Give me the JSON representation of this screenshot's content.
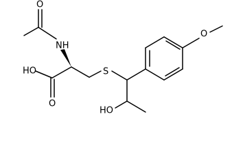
{
  "molecule": {
    "atoms": {
      "nh": "NH",
      "acid_oh": "HO",
      "carbonyl_o_acid": "O",
      "carbonyl_o_amide": "O",
      "sulfur": "S",
      "side_oh": "HO",
      "ether_o": "O"
    }
  },
  "colors": {
    "bond": "#000000",
    "background": "#ffffff"
  }
}
